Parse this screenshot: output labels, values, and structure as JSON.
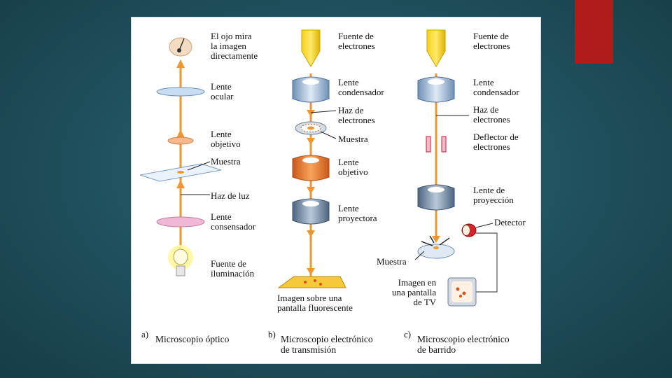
{
  "colors": {
    "background": "#1f4f5c",
    "accent_block": "#b01c1c",
    "beam": "#f0962e",
    "panel": "#ffffff"
  },
  "col_a": {
    "eye": "El ojo mira\nla imagen\ndirectamente",
    "ocular": "Lente\nocular",
    "objetivo": "Lente\nobjetivo",
    "muestra": "Muestra",
    "haz": "Haz de luz",
    "condensador": "Lente\nconsensador",
    "fuente": "Fuente de\niluminación",
    "letter": "a)",
    "caption": "Microscopio óptico"
  },
  "col_b": {
    "fuente": "Fuente de\nelectrones",
    "condensador": "Lente\ncondensador",
    "haz": "Haz de\nelectrones",
    "muestra": "Muestra",
    "objetivo": "Lente\nobjetivo",
    "proyectora": "Lente\nproyectora",
    "imagen": "Imagen sobre una\npantalla fluorescente",
    "letter": "b)",
    "caption": "Microscopio electrónico\nde transmisión"
  },
  "col_c": {
    "fuente": "Fuente de\nelectrones",
    "condensador": "Lente\ncondensador",
    "haz": "Haz de\nelectrones",
    "deflector": "Deflector de\nelectrones",
    "proyeccion": "Lente de\nproyección",
    "detector": "Detector",
    "muestra": "Muestra",
    "imagen": "Imagen en\nuna pantalla\nde TV",
    "letter": "c)",
    "caption": "Microscopio electrónico\nde barrido"
  }
}
